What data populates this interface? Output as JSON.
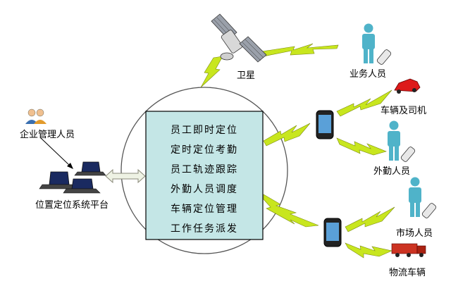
{
  "satellite_label": "卫星",
  "platform_label": "位置定位系统平台",
  "manager_label": "企业管理人员",
  "features": [
    "员工即时定位",
    "定时定位考勤",
    "员工轨迹跟踪",
    "外勤人员调度",
    "车辆定位管理",
    "工作任务派发"
  ],
  "targets": [
    "业务人员",
    "车辆及司机",
    "外勤人员",
    "市场人员",
    "物流车辆"
  ],
  "colors": {
    "feature_box": "#c4e6e6",
    "signal_bolt": "#c8e61e",
    "person": "#4fb3c9",
    "truck": "#cc3322",
    "car": "#dd1a1a"
  },
  "icons": [
    "satellite-icon",
    "phone-icon",
    "person-icon",
    "car-icon",
    "truck-icon",
    "laptop-icon",
    "manager-icon"
  ]
}
